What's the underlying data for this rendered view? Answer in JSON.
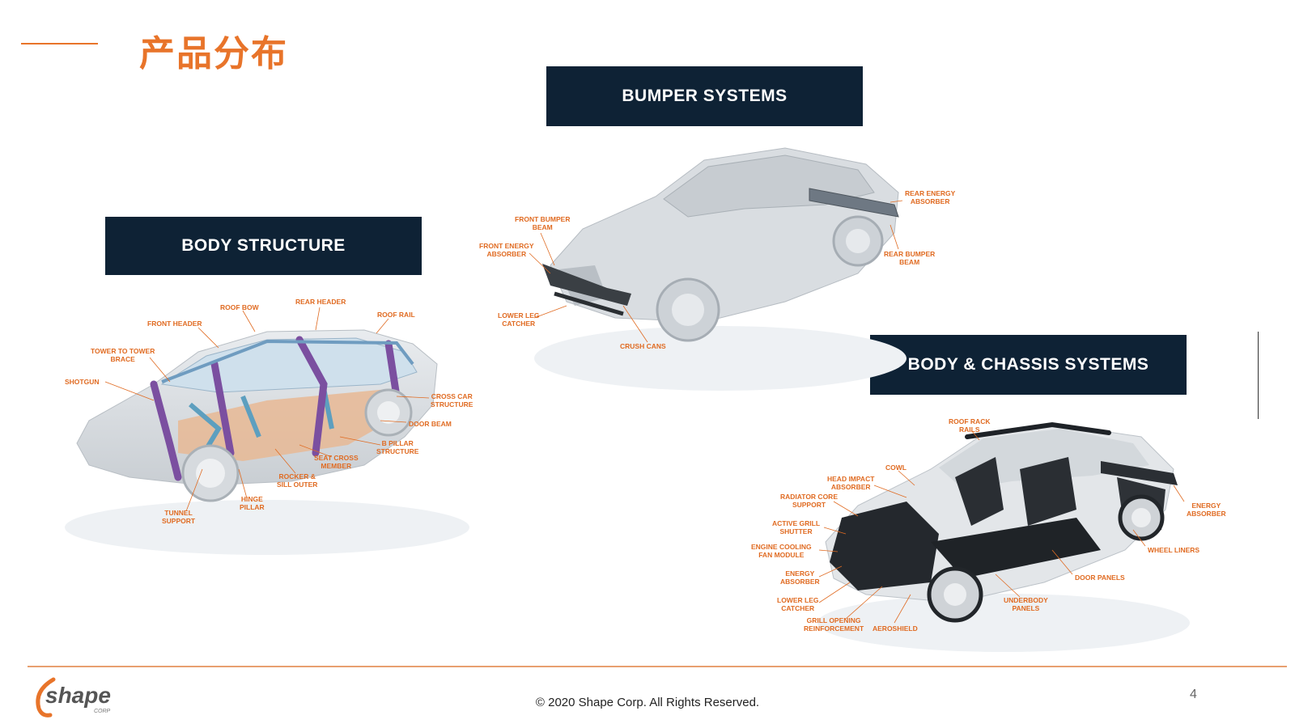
{
  "page": {
    "title": "产品分布",
    "page_number": "4",
    "copyright": "© 2020 Shape Corp. All Rights Reserved.",
    "accent_color": "#e8742a",
    "banner_color": "#0e2235"
  },
  "logo": {
    "text": "shape",
    "subtext": "CORP"
  },
  "sections": {
    "body_structure": {
      "heading": "BODY STRUCTURE",
      "labels": {
        "roof_bow": "ROOF BOW",
        "rear_header": "REAR HEADER",
        "front_header": "FRONT HEADER",
        "roof_rail": "ROOF RAIL",
        "tower_brace": "TOWER TO TOWER\nBRACE",
        "shotgun": "SHOTGUN",
        "cross_car": "CROSS CAR\nSTRUCTURE",
        "door_beam": "DOOR BEAM",
        "b_pillar": "B PILLAR\nSTRUCTURE",
        "seat_cross": "SEAT CROSS\nMEMBER",
        "rocker": "ROCKER &\nSILL OUTER",
        "hinge_pillar": "HINGE\nPILLAR",
        "tunnel_support": "TUNNEL\nSUPPORT"
      }
    },
    "bumper_systems": {
      "heading": "BUMPER SYSTEMS",
      "labels": {
        "front_bumper_beam": "FRONT BUMPER\nBEAM",
        "front_energy_absorber": "FRONT ENERGY\nABSORBER",
        "lower_leg_catcher": "LOWER LEG\nCATCHER",
        "crush_cans": "CRUSH CANS",
        "rear_energy_absorber": "REAR ENERGY\nABSORBER",
        "rear_bumper_beam": "REAR BUMPER\nBEAM"
      }
    },
    "body_chassis": {
      "heading": "BODY & CHASSIS SYSTEMS",
      "labels": {
        "roof_rack_rails": "ROOF RACK\nRAILS",
        "cowl": "COWL",
        "head_impact": "HEAD IMPACT\nABSORBER",
        "radiator_core": "RADIATOR CORE\nSUPPORT",
        "active_grill": "ACTIVE GRILL\nSHUTTER",
        "engine_cooling": "ENGINE COOLING\nFAN MODULE",
        "energy_absorber_front": "ENERGY\nABSORBER",
        "lower_leg_catcher": "LOWER LEG\nCATCHER",
        "grill_opening": "GRILL OPENING\nREINFORCEMENT",
        "aeroshield": "AEROSHIELD",
        "underbody_panels": "UNDERBODY\nPANELS",
        "door_panels": "DOOR PANELS",
        "wheel_liners": "WHEEL LINERS",
        "energy_absorber_rear": "ENERGY\nABSORBER"
      }
    }
  }
}
